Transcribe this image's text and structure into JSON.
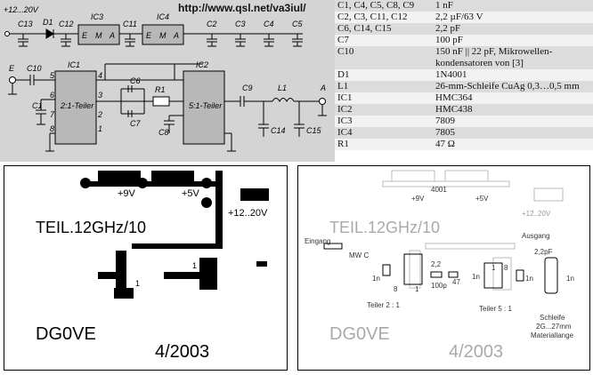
{
  "url": "http://www.qsl.net/va3iul/",
  "schematic": {
    "supply_label": "+12...20V",
    "labels": {
      "C13": "C13",
      "D1": "D1",
      "C12": "C12",
      "IC3": "IC3",
      "C11": "C11",
      "IC4": "IC4",
      "C2": "C2",
      "C3": "C3",
      "C4": "C4",
      "C5": "C5",
      "E": "E",
      "C10": "C10",
      "C1": "C1",
      "IC1": "IC1",
      "IC1_text": "2:1-Teiler",
      "C6": "C6",
      "R1": "R1",
      "C7": "C7",
      "C8": "C8",
      "IC2": "IC2",
      "IC2_text": "5:1-Teiler",
      "C9": "C9",
      "L1": "L1",
      "C14": "C14",
      "C15": "C15",
      "A": "A",
      "reg_E": "E",
      "reg_M": "M",
      "reg_A": "A"
    },
    "pins": {
      "p5": "5",
      "p6": "6",
      "p7": "7",
      "p8": "8",
      "p4": "4",
      "p3": "3",
      "p2": "2",
      "p1": "1"
    }
  },
  "parts": [
    {
      "ref": "C1, C4, C5, C8, C9",
      "val": "1 nF"
    },
    {
      "ref": "C2, C3, C11, C12",
      "val": "2,2 µF/63 V"
    },
    {
      "ref": "C6, C14, C15",
      "val": "2,2 pF"
    },
    {
      "ref": "C7",
      "val": "100 pF"
    },
    {
      "ref": "C10",
      "val": "150 nF || 22 pF, Mikrowellen-kondensatoren von [3]"
    },
    {
      "ref": "D1",
      "val": "1N4001"
    },
    {
      "ref": "L1",
      "val": "26-mm-Schleife CuAg 0,3…0,5 mm"
    },
    {
      "ref": "IC1",
      "val": "HMC364"
    },
    {
      "ref": "IC2",
      "val": "HMC438"
    },
    {
      "ref": "IC3",
      "val": "7809"
    },
    {
      "ref": "IC4",
      "val": "7805"
    },
    {
      "ref": "R1",
      "val": "47 Ω"
    }
  ],
  "pcb": {
    "plus9": "+9V",
    "plus5": "+5V",
    "plus12": "+12..20V",
    "title": "TEIL.12GHz/10",
    "author": "DG0VE",
    "date": "4/2003",
    "pin1a": "1",
    "pin1b": "1"
  },
  "placement": {
    "d": "4001",
    "plus9": "+9V",
    "plus5": "+5V",
    "plus12": "+12..20V",
    "title": "TEIL.12GHz/10",
    "author": "DG0VE",
    "date": "4/2003",
    "eingang": "Eingang",
    "ausgang": "Ausgang",
    "mwc": "MW C",
    "n1a": "1n",
    "n1b": "1n",
    "n1c": "1n",
    "n1d": "1n",
    "pf22a": "2,2",
    "pf22b": "2,2pF",
    "pf100": "100p",
    "r47": "47",
    "teiler2": "Teiler 2 : 1",
    "teiler5": "Teiler 5 : 1",
    "schleife": "Schleife",
    "schleife2": "2G...27mm",
    "schleife3": "Materiallange",
    "p8a": "8",
    "p1a": "1",
    "p1b": "1",
    "p8b": "8"
  }
}
